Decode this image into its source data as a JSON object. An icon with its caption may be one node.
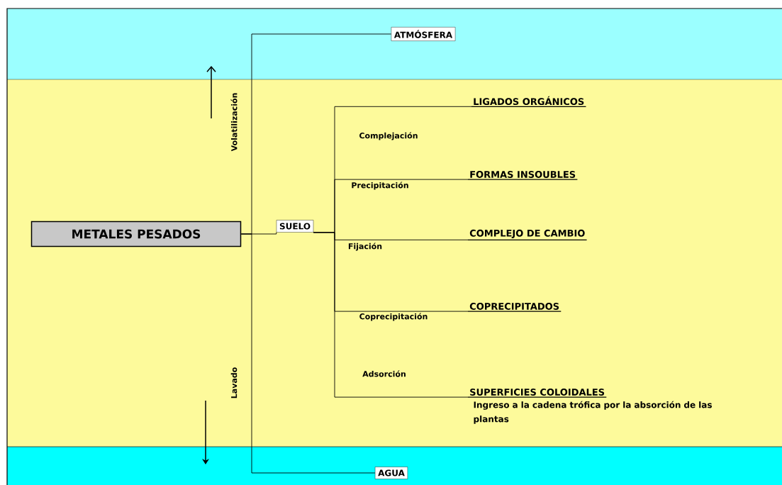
{
  "diagram": {
    "nodes": [
      {
        "text": [
          "METALES PESADOS"
        ]
      },
      {
        "text": [
          "ATMÓSFERA"
        ]
      },
      {
        "text": [
          "SUELO"
        ]
      },
      {
        "text": [
          "AGUA"
        ]
      },
      {
        "text": [
          "LIGADOS ORGÁNICOS"
        ]
      },
      {
        "text": [
          "FORMAS INSOUBLES"
        ]
      },
      {
        "text": [
          "COMPLEJO DE CAMBIO"
        ]
      },
      {
        "text": [
          "COPRECIPITADOS"
        ]
      },
      {
        "text": [
          "SUPERFICIES COLOIDALES"
        ],
        "beside": [
          "Ingreso a la cadena trófica por la absorción de las plantas"
        ]
      }
    ],
    "edges": [
      {
        "from": 0,
        "to": 1,
        "arrow": "none"
      },
      {
        "from": 0,
        "to": 2,
        "arrow": "none"
      },
      {
        "from": 0,
        "to": 3,
        "arrow": "none"
      },
      {
        "from": 2,
        "to": 4,
        "arrow": "none",
        "label": "Complejación"
      },
      {
        "from": 2,
        "to": 5,
        "arrow": "none",
        "label": "Precipitación"
      },
      {
        "from": 2,
        "to": 6,
        "arrow": "none",
        "label": "Fijación"
      },
      {
        "from": 2,
        "to": 7,
        "arrow": "none",
        "label": "Coprecipitación"
      },
      {
        "from": 2,
        "to": 8,
        "arrow": "none",
        "label": "Adsorción"
      }
    ],
    "labels": [
      "Volatilización",
      "Lavado"
    ]
  }
}
